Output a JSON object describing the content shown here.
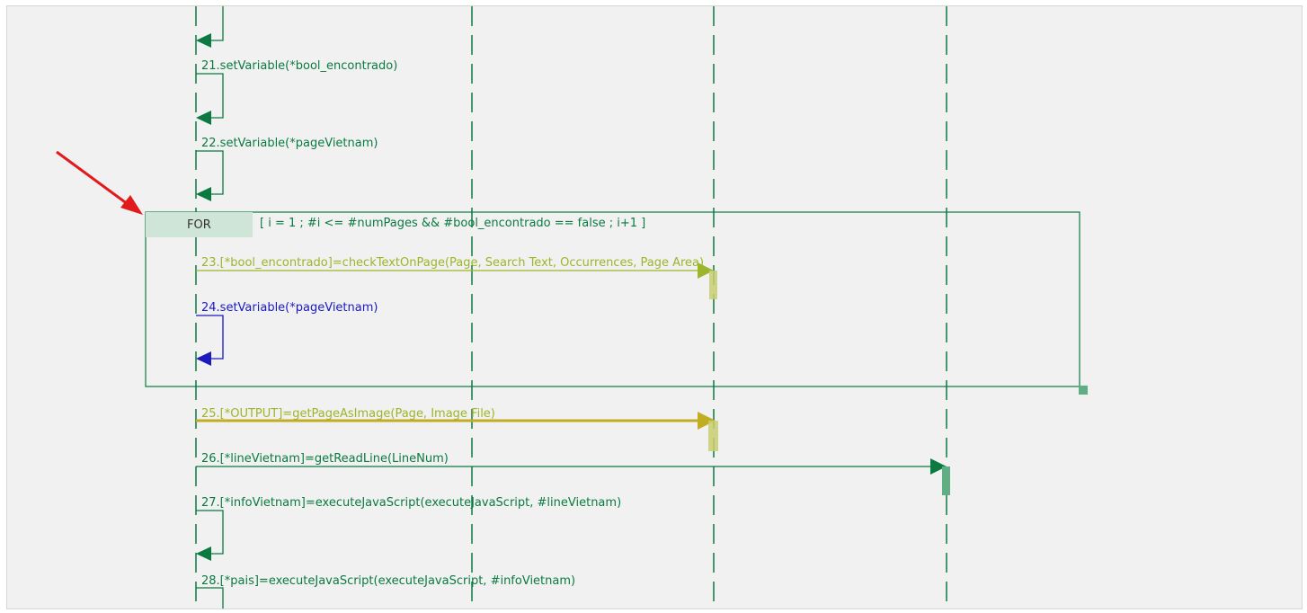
{
  "colors": {
    "green": "#0a7a40",
    "yellow_green": "#9cb52a",
    "olive_yellow": "#c2ad22",
    "blue": "#1a1abf",
    "red_arrow": "#e11b1b",
    "for_fill": "#cfe5d8",
    "activation_green": "#5fae84",
    "activation_yellow": "#c9cf72"
  },
  "loop_fragment": {
    "keyword": "FOR",
    "guard": "[ i = 1 ; #i <= #numPages && #bool_encontrado == false ; i+1 ]"
  },
  "messages": [
    {
      "id": "m21",
      "text": "21.setVariable(*bool_encontrado)",
      "color": "green"
    },
    {
      "id": "m22",
      "text": "22.setVariable(*pageVietnam)",
      "color": "green"
    },
    {
      "id": "m23",
      "text": "23.[*bool_encontrado]=checkTextOnPage(Page, Search Text, Occurrences, Page Area)",
      "color": "yellow_green"
    },
    {
      "id": "m24",
      "text": "24.setVariable(*pageVietnam)",
      "color": "blue"
    },
    {
      "id": "m25",
      "text": "25.[*OUTPUT]=getPageAsImage(Page, Image File)",
      "color": "olive_yellow"
    },
    {
      "id": "m26",
      "text": "26.[*lineVietnam]=getReadLine(LineNum)",
      "color": "green"
    },
    {
      "id": "m27",
      "text": "27.[*infoVietnam]=executeJavaScript(executeJavaScript, #lineVietnam)",
      "color": "green"
    },
    {
      "id": "m28",
      "text": "28.[*pais]=executeJavaScript(executeJavaScript, #infoVietnam)",
      "color": "green"
    }
  ]
}
